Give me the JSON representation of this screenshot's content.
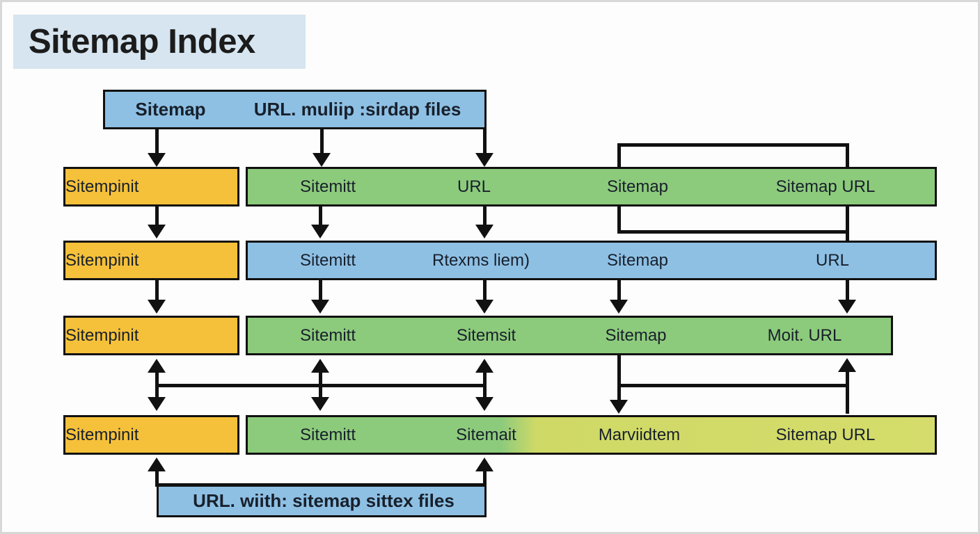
{
  "diagram": {
    "title": "Sitemap Index",
    "background_color": "#fdfdfd",
    "colors": {
      "title_bg": "#d6e5f0",
      "blue": "#8ec0e4",
      "green": "#8dcb7c",
      "orange": "#f6c13a",
      "yellow_green": "#d5dc6b",
      "stroke": "#111111"
    },
    "top_bar": {
      "fill": "blue",
      "cells": [
        {
          "label": "Sitemap"
        },
        {
          "label": "URL. muliip :sirdap files"
        }
      ]
    },
    "rows": [
      {
        "left": {
          "label": "Sitempinit",
          "fill": "orange"
        },
        "main": {
          "fill": "green",
          "cells": [
            {
              "label": "Sitemitt"
            },
            {
              "label": "URL"
            },
            {
              "label": "Sitemap"
            },
            {
              "label": "Sitemap URL"
            }
          ]
        }
      },
      {
        "left": {
          "label": "Sitempinit",
          "fill": "orange"
        },
        "main": {
          "fill": "blue",
          "cells": [
            {
              "label": "Sitemitt"
            },
            {
              "label": "Rtexms liem)"
            },
            {
              "label": "Sitemap"
            },
            {
              "label": "URL"
            }
          ]
        }
      },
      {
        "left": {
          "label": "Sitempinit",
          "fill": "orange"
        },
        "main": {
          "fill": "green",
          "cells": [
            {
              "label": "Sitemitt"
            },
            {
              "label": "Sitemsit"
            },
            {
              "label": "Sitemap"
            },
            {
              "label": "Moit. URL"
            }
          ]
        }
      },
      {
        "left": {
          "label": "Sitempinit",
          "fill": "orange"
        },
        "main": {
          "fill": "green-to-yellow-gradient",
          "cells": [
            {
              "label": "Sitemitt"
            },
            {
              "label": "Sitemait"
            },
            {
              "label": "Marviidtem"
            },
            {
              "label": "Sitemap URL"
            }
          ]
        }
      }
    ],
    "bottom_bar": {
      "fill": "blue",
      "label": "URL. wiith: sitemap sittex files"
    }
  }
}
